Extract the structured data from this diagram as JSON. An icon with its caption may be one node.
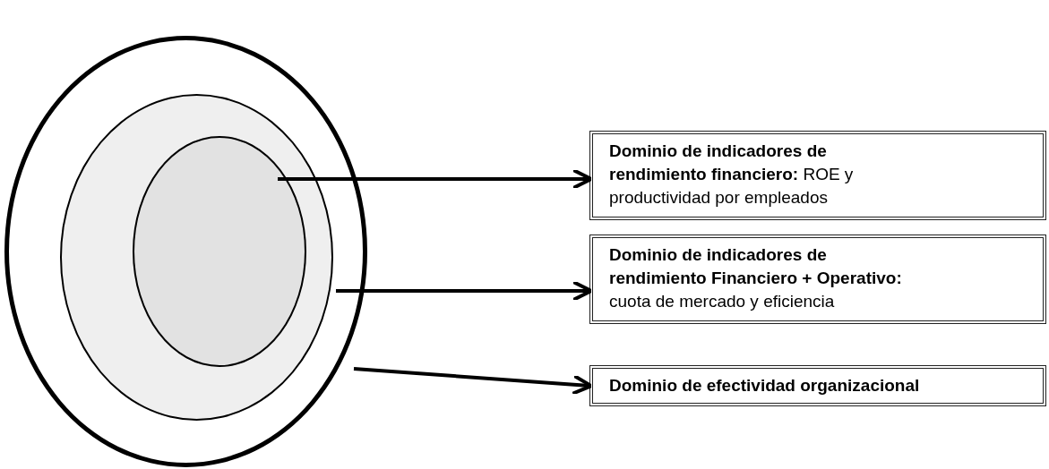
{
  "diagram": {
    "nodes": [
      {
        "text": [],
        "shape": "circle"
      },
      {
        "text": [],
        "shape": "circle",
        "in": 0
      },
      {
        "text": [],
        "shape": "circle",
        "in": 1
      },
      {
        "text": [
          "**Dominio de indicadores de rendimiento financiero:** ROE y productividad por empleados"
        ]
      },
      {
        "text": [
          "**Dominio de indicadores de rendimiento Financiero + Operativo:** cuota de mercado y eficiencia"
        ]
      },
      {
        "text": [
          "Dominio de efectividad organizacional"
        ]
      }
    ],
    "edges": [
      {
        "from": 2,
        "to": 3,
        "arrow": "to"
      },
      {
        "from": 1,
        "to": 4,
        "arrow": "to"
      },
      {
        "from": 0,
        "to": 5,
        "arrow": "to"
      }
    ]
  }
}
